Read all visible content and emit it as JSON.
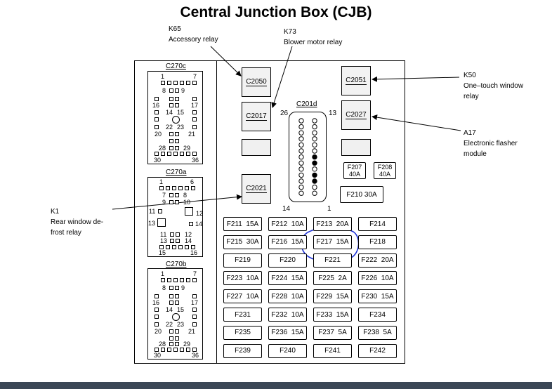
{
  "title": "Central Junction Box (CJB)",
  "callouts": {
    "k65": {
      "code": "K65",
      "desc": "Accessory relay"
    },
    "k73": {
      "code": "K73",
      "desc": "Blower motor relay"
    },
    "k50": {
      "code": "K50",
      "desc1": "One–touch window",
      "desc2": "relay"
    },
    "a17": {
      "code": "A17",
      "desc1": "Electronic flasher",
      "desc2": "module"
    },
    "k1": {
      "code": "K1",
      "desc1": "Rear window de-",
      "desc2": "frost relay"
    }
  },
  "relays": {
    "c2050": "C2050",
    "c2051": "C2051",
    "c2017": "C2017",
    "c2027": "C2027",
    "c2021": "C2021"
  },
  "c201d": {
    "label": "C201d",
    "pin26": "26",
    "pin13": "13",
    "pin14": "14",
    "pin1": "1"
  },
  "connectors": {
    "c270c": {
      "label": "C270c",
      "p1": "1",
      "p7": "7",
      "p8": "8",
      "p9": "9",
      "p16": "16",
      "p17": "17",
      "p14": "14",
      "p15": "15",
      "p22": "22",
      "p23": "23",
      "p20": "20",
      "p21": "21",
      "p28": "28",
      "p29": "29",
      "p30": "30",
      "p36": "36"
    },
    "c270a": {
      "label": "C270a",
      "p1": "1",
      "p6": "6",
      "p7": "7",
      "p8": "8",
      "p9": "9",
      "p10": "10",
      "p11": "11",
      "p12": "12",
      "p13": "13",
      "p14": "14",
      "p11b": "11",
      "p12b": "12",
      "p13b": "13",
      "p14b": "14",
      "p15": "15",
      "p16": "16"
    },
    "c270b": {
      "label": "C270b",
      "p1": "1",
      "p7": "7",
      "p8": "8",
      "p9": "9",
      "p16": "16",
      "p17": "17",
      "p14": "14",
      "p15": "15",
      "p22": "22",
      "p23": "23",
      "p20": "20",
      "p21": "21",
      "p28": "28",
      "p29": "29",
      "p30": "30",
      "p36": "36"
    }
  },
  "small_fuses": {
    "f207": {
      "name": "F207",
      "rating": "40A"
    },
    "f208": {
      "name": "F208",
      "rating": "40A"
    },
    "f210": "F210  30A"
  },
  "fuse_rows": [
    [
      "F211  15A",
      "F212  10A",
      "F213  20A",
      "F214"
    ],
    [
      "F215  30A",
      "F216  15A",
      "F217  15A",
      "F218"
    ],
    [
      "F219",
      "F220",
      "F221",
      "F222  20A"
    ],
    [
      "F223  10A",
      "F224  15A",
      "F225  2A",
      "F226  10A"
    ],
    [
      "F227  10A",
      "F228  10A",
      "F229  15A",
      "F230  15A"
    ],
    [
      "F231",
      "F232  10A",
      "F233  15A",
      "F234"
    ],
    [
      "F235",
      "F236  15A",
      "F237  5A",
      "F238  5A"
    ],
    [
      "F239",
      "F240",
      "F241",
      "F242"
    ]
  ],
  "c201d_pins": {
    "left": [
      0,
      0,
      0,
      0,
      0,
      0,
      0,
      0,
      0,
      0,
      0,
      0,
      0
    ],
    "right": [
      0,
      0,
      0,
      0,
      0,
      0,
      1,
      1,
      0,
      1,
      1,
      0,
      0
    ]
  },
  "colors": {
    "ink": "#000000",
    "annotation": "#1a2fd6",
    "bar": "#3b4756"
  }
}
